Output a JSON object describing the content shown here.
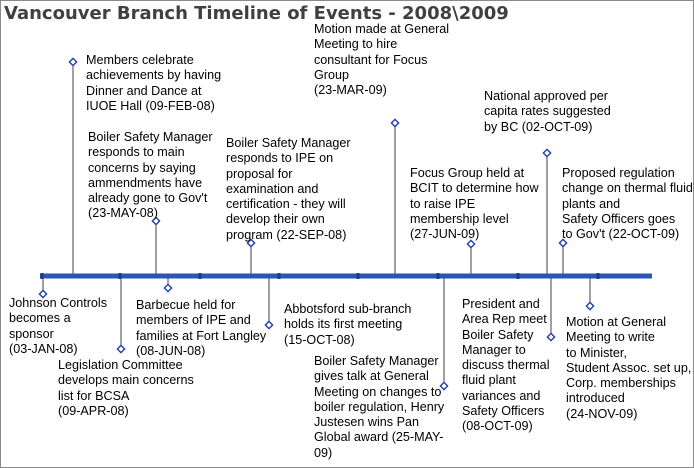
{
  "title": "Vancouver Branch Timeline of Events - 2008\\2009",
  "colors": {
    "axis": "#2b55b4",
    "marker": "#1f3fb0",
    "connector": "#404040",
    "title": "#404040",
    "text": "#000000"
  },
  "events": [
    {
      "lines": [
        "Johnson Controls",
        "becomes a",
        "sponsor",
        "(03-JAN-08)"
      ],
      "date": "03-JAN-08"
    },
    {
      "lines": [
        "Members celebrate",
        "achievements by having",
        "Dinner and Dance at",
        "IUOE Hall (09-FEB-08)"
      ],
      "date": "09-FEB-08"
    },
    {
      "lines": [
        "Legislation Committee",
        "develops main concerns",
        "list for BCSA",
        "(09-APR-08)"
      ],
      "date": "09-APR-08"
    },
    {
      "lines": [
        "Boiler Safety Manager",
        "responds to main",
        "concerns by saying",
        "ammendments have",
        "already gone to Gov't",
        "(23-MAY-08)"
      ],
      "date": "23-MAY-08"
    },
    {
      "lines": [
        "Barbecue held for",
        "members of IPE and",
        "families at Fort Langley",
        "(08-JUN-08)"
      ],
      "date": "08-JUN-08"
    },
    {
      "lines": [
        "Boiler Safety Manager",
        "responds to IPE on",
        "proposal for",
        "examination and",
        "certification - they will",
        "develop their own",
        "program (22-SEP-08)"
      ],
      "date": "22-SEP-08"
    },
    {
      "lines": [
        "Abbotsford sub-branch",
        "holds its first meeting",
        "(15-OCT-08)"
      ],
      "date": "15-OCT-08"
    },
    {
      "lines": [
        "Motion made at General",
        "Meeting to hire",
        "consultant for Focus",
        "Group",
        "(23-MAR-09)"
      ],
      "date": "23-MAR-09"
    },
    {
      "lines": [
        "Boiler Safety Manager",
        "gives talk at General",
        "Meeting on changes to",
        "boiler regulation, Henry",
        "Justesen wins Pan",
        "Global award (25-MAY-",
        "09)"
      ],
      "date": "25-MAY-09"
    },
    {
      "lines": [
        "Focus Group held at",
        "BCIT to determine how",
        "to raise IPE",
        "membership level",
        "(27-JUN-09)"
      ],
      "date": "27-JUN-09"
    },
    {
      "lines": [
        "National approved per",
        "capita rates suggested",
        "by BC (02-OCT-09)"
      ],
      "date": "02-OCT-09"
    },
    {
      "lines": [
        "President and",
        "Area Rep meet",
        "Boiler Safety",
        "Manager to",
        "discuss thermal",
        "fluid plant",
        "variances and",
        "Safety Officers",
        "(08-OCT-09)"
      ],
      "date": "08-OCT-09"
    },
    {
      "lines": [
        "Proposed regulation",
        "change on thermal fluid",
        "plants and",
        "Safety Officers goes",
        "to Gov't (22-OCT-09)"
      ],
      "date": "22-OCT-09"
    },
    {
      "lines": [
        "Motion at General",
        "Meeting to write",
        "to Minister,",
        "Student Assoc. set up,",
        "Corp. memberships",
        "introduced",
        "(24-NOV-09)"
      ],
      "date": "24-NOV-09"
    }
  ]
}
